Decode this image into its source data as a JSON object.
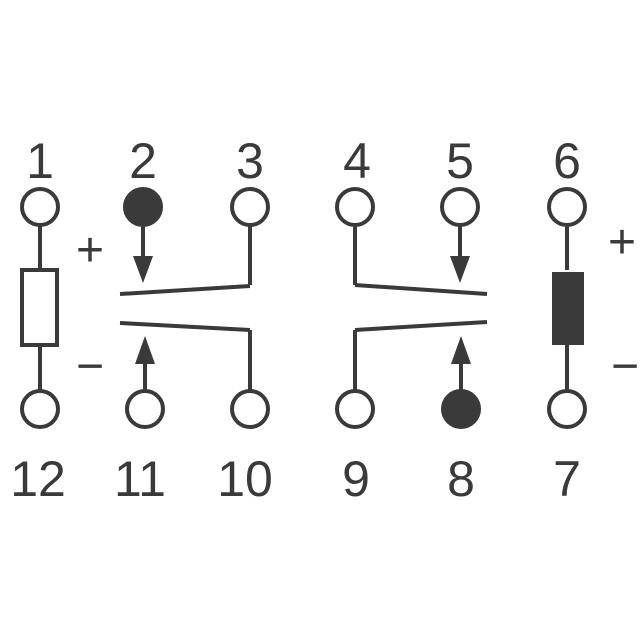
{
  "pins": {
    "top": [
      "1",
      "2",
      "3",
      "4",
      "5",
      "6"
    ],
    "bottom": [
      "12",
      "11",
      "10",
      "9",
      "8",
      "7"
    ]
  },
  "polarity": {
    "left_plus": "+",
    "left_minus": "−",
    "right_plus": "+",
    "right_minus": "−"
  },
  "colors": {
    "ink": "#3a3a3a",
    "background": "#ffffff"
  }
}
